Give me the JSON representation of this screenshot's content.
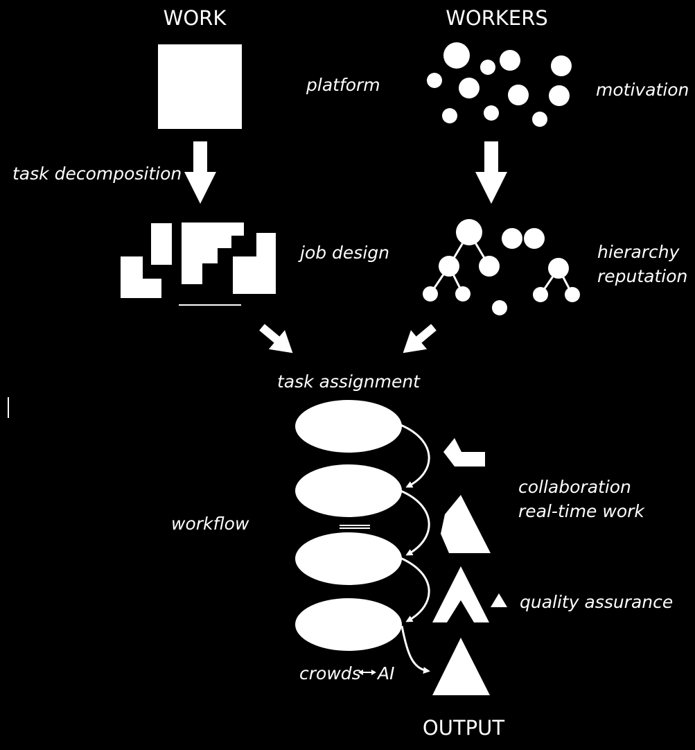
{
  "headers": {
    "work": "WORK",
    "workers": "WORKERS",
    "output": "OUTPUT"
  },
  "labels": {
    "platform": "platform",
    "motivation": "motivation",
    "task_decomposition": "task decomposition",
    "job_design": "job design",
    "hierarchy": "hierarchy",
    "reputation": "reputation",
    "task_assignment": "task assignment",
    "workflow": "workflow",
    "collaboration": "collaboration",
    "real_time_work": "real-time work",
    "quality_assurance": "quality assurance",
    "crowds": "crowds",
    "ai": "AI"
  },
  "colors": {
    "background": "#000000",
    "foreground": "#ffffff"
  }
}
